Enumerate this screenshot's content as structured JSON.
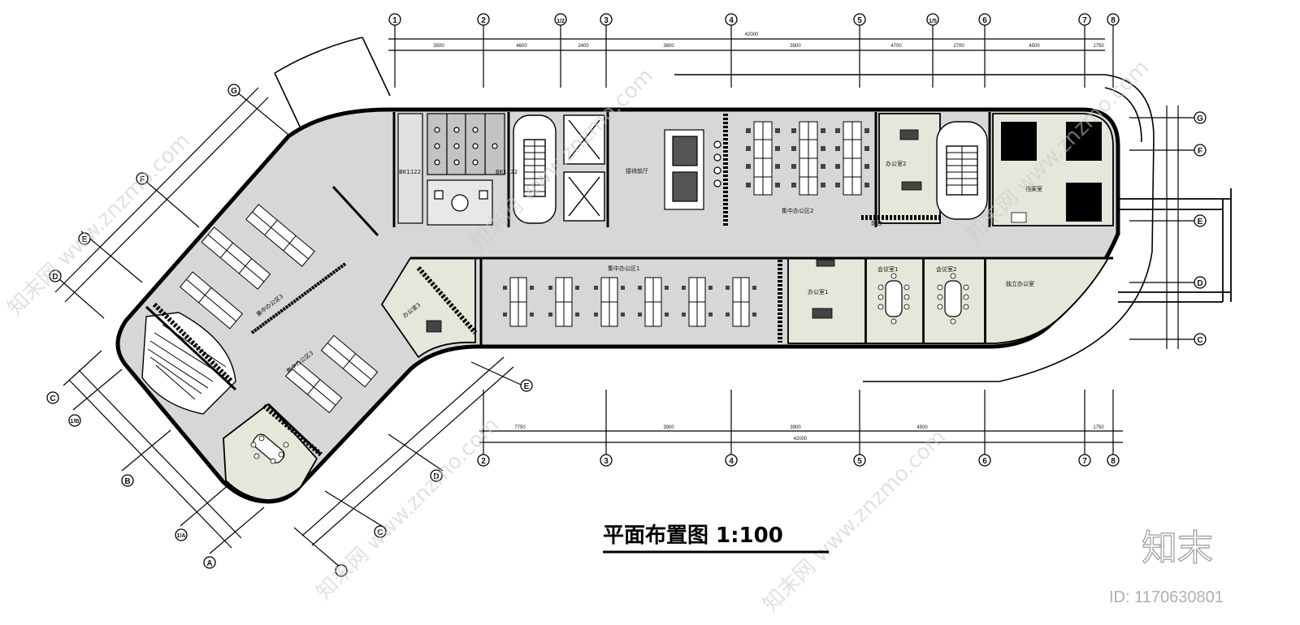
{
  "title": "平面布置图 1:100",
  "brand": "知末",
  "image_id": "ID: 1170630801",
  "watermark": "知末网 www.znzmo.com",
  "rooms": {
    "office_zone_1": "集中办公区1",
    "office_zone_2": "集中办公区2",
    "office_zone_3a": "集中办公区3",
    "office_zone_3b": "集中办公区3",
    "lobby": "接待前厅",
    "office_1": "办公室1",
    "office_2": "办公室2",
    "office_3": "办公室3",
    "meeting_1": "会议室1",
    "meeting_2": "会议室2",
    "independent_office": "独立办公室",
    "archive": "档案室",
    "front_desk": "前台",
    "toilet_tag_1": "BK1122",
    "toilet_tag_2": "BK1122"
  },
  "axes_top": [
    "1",
    "2",
    "1/2",
    "3",
    "4",
    "5",
    "1/5",
    "6",
    "7",
    "8"
  ],
  "axes_bottom": [
    "2",
    "3",
    "4",
    "5",
    "6",
    "7",
    "8"
  ],
  "axes_right": [
    "G",
    "F",
    "E",
    "D",
    "C"
  ],
  "axes_left_outer": [
    "G",
    "F",
    "E",
    "D"
  ],
  "axes_left_lower": [
    "C",
    "1/B",
    "B",
    "1/A",
    "A"
  ],
  "axes_left_bottom": [
    "E",
    "D",
    "C"
  ],
  "dims_top": [
    "3500",
    "4600",
    "2400",
    "3800",
    "3900",
    "4700",
    "2700",
    "4500",
    "1750"
  ],
  "dims_top_total": "42000",
  "dims_bottom": [
    "7750",
    "3900",
    "3900",
    "4500",
    "1750"
  ],
  "dims_bottom_total": "42000",
  "colors": {
    "floor": "#d7d7d7",
    "room": "#e6e6da",
    "wall": "#000000",
    "watermark": "#c9c9c9"
  }
}
